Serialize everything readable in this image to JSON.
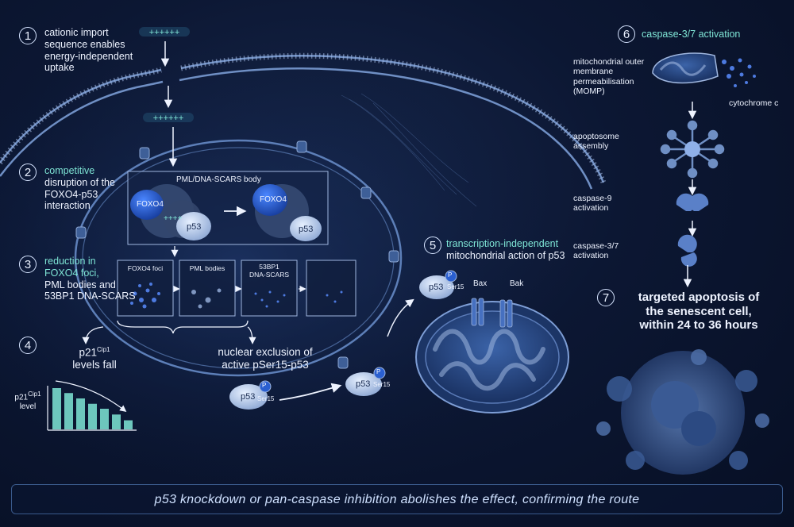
{
  "steps": {
    "s1": {
      "num": "1",
      "text_l1": "cationic import",
      "text_l2": "sequence enables",
      "text_l3": "energy-independent",
      "text_l4": "uptake"
    },
    "s2": {
      "num": "2",
      "teal": "competitive",
      "text_l2": "disruption of the",
      "text_l3": "FOXO4-p53",
      "text_l4": "interaction"
    },
    "s3": {
      "num": "3",
      "teal_l1": "reduction in",
      "teal_l2": "FOXO4 foci,",
      "text_l3": "PML bodies and",
      "text_l4": "53BP1 DNA-SCARS"
    },
    "s4": {
      "num": "4",
      "p21_base": "p21",
      "p21_sup": "Cip1",
      "p21_rest": "levels fall",
      "chart_label_sup": "Cip1",
      "chart_label_rest": "level"
    },
    "s5": {
      "num": "5",
      "teal": "transcription-independent",
      "text_l2": "mitochondrial action of p53"
    },
    "s6": {
      "num": "6",
      "teal": "caspase-3/7 activation"
    },
    "s7": {
      "num": "7",
      "l1": "targeted apoptosis of",
      "l2": "the senescent cell,",
      "l3": "within 24 to 36 hours"
    }
  },
  "labels": {
    "pml_box_title": "PML/DNA-SCARS body",
    "foxo4": "FOXO4",
    "p53": "p53",
    "p": "P",
    "ser15": "Ser15",
    "panel_foxo4": "FOXO4 foci",
    "panel_pml": "PML bodies",
    "panel_53bp1_l1": "53BP1",
    "panel_53bp1_l2": "DNA-SCARS",
    "nuclear_l1": "nuclear exclusion of",
    "nuclear_l2": "active pSer15-p53",
    "bax": "Bax",
    "bak": "Bak",
    "momp_l1": "mitochondrial outer",
    "momp_l2": "membrane",
    "momp_l3": "permeabilisation",
    "momp_l4": "(MOMP)",
    "cytochrome": "cytochrome c",
    "apoptosome_l1": "apoptosome",
    "apoptosome_l2": "assembly",
    "casp9_l1": "caspase-9",
    "casp9_l2": "activation",
    "casp37_l1": "caspase-3/7",
    "casp37_l2": "activation"
  },
  "footer": "p53 knockdown or pan-caspase inhibition abolishes the effect, confirming the route",
  "p21_chart": {
    "values": [
      1.0,
      0.88,
      0.75,
      0.62,
      0.5,
      0.36,
      0.22
    ]
  },
  "colors": {
    "teal": "#7fe6d6",
    "protein": "#b8cbe8",
    "foxo4": "#2a5fd0",
    "membrane": "#5d7fb8"
  }
}
